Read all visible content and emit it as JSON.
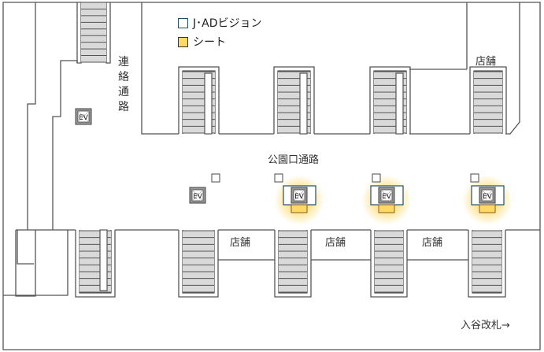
{
  "legend": {
    "items": [
      {
        "label": "J･ADビジョン",
        "color": "#ffffff",
        "border": "#1f4e6b"
      },
      {
        "label": "シート",
        "color": "#ffd966",
        "border": "#555555"
      }
    ]
  },
  "labels": {
    "connecting_passage": "連絡通路",
    "park_exit_passage": "公園口通路",
    "shop": "店舗",
    "iriya_gate": "入谷改札→",
    "elevator": "EV"
  },
  "colors": {
    "line": "#555555",
    "stair": "#d9d9d9",
    "seat": "#ffd966",
    "glow": "#ffcc33"
  }
}
